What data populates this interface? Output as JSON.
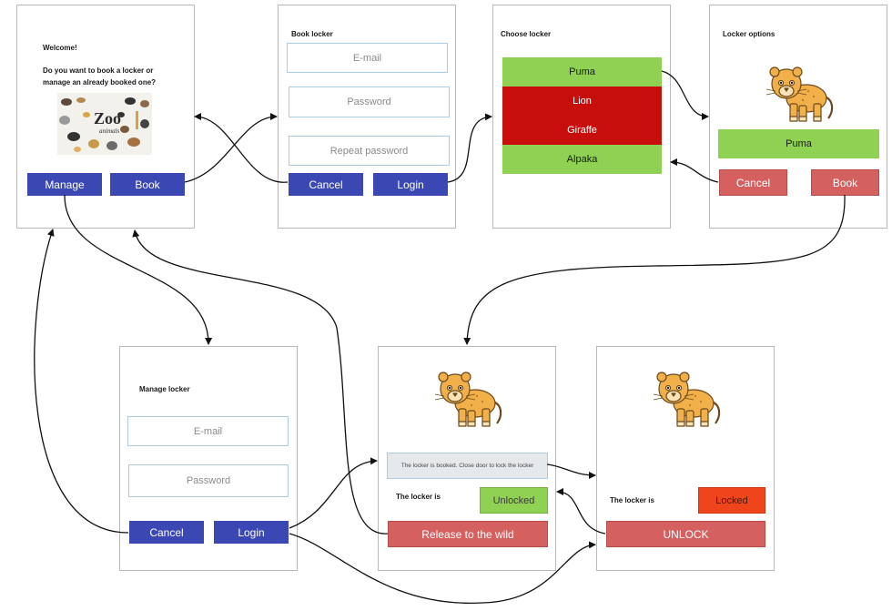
{
  "welcome": {
    "title": "Welcome!",
    "question": "Do you want to book a locker or manage an already booked one?",
    "logo_text": "Zoo",
    "logo_subtext": "animals",
    "manage_label": "Manage",
    "book_label": "Book"
  },
  "book_locker": {
    "title": "Book locker",
    "email_placeholder": "E-mail",
    "password_placeholder": "Password",
    "repeat_password_placeholder": "Repeat password",
    "cancel_label": "Cancel",
    "login_label": "Login"
  },
  "choose_locker": {
    "title": "Choose locker",
    "items": [
      {
        "label": "Puma",
        "status": "available"
      },
      {
        "label": "Lion",
        "status": "taken"
      },
      {
        "label": "Giraffe",
        "status": "taken"
      },
      {
        "label": "Alpaka",
        "status": "available"
      }
    ]
  },
  "locker_options": {
    "title": "Locker options",
    "animal_label": "Puma",
    "cancel_label": "Cancel",
    "book_label": "Book"
  },
  "manage_locker": {
    "title": "Manage locker",
    "email_placeholder": "E-mail",
    "password_placeholder": "Password",
    "cancel_label": "Cancel",
    "login_label": "Login"
  },
  "locker_unlocked": {
    "notice": "The locker is booked. Close door to lock the locker",
    "status_label": "The locker is",
    "status_value": "Unlocked",
    "release_label": "Release to the wild"
  },
  "locker_locked": {
    "status_label": "The locker is",
    "status_value": "Locked",
    "unlock_label": "UNLOCK"
  },
  "colors": {
    "primary_button": "#3b48b3",
    "danger_button": "#d56060",
    "available": "#8fd153",
    "taken": "#c80d0d",
    "locked": "#f0441c",
    "input_border": "#a9cde8"
  }
}
